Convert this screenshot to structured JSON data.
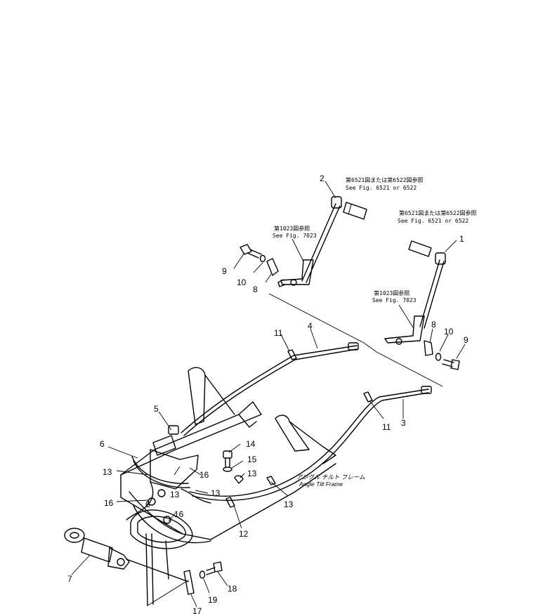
{
  "part_numbers": [
    "1",
    "2",
    "3",
    "4",
    "5",
    "6",
    "6",
    "7",
    "8",
    "8",
    "9",
    "9",
    "10",
    "10",
    "11",
    "11",
    "12",
    "13",
    "13",
    "13",
    "13",
    "13",
    "14",
    "15",
    "16",
    "16",
    "16",
    "17",
    "18",
    "19"
  ],
  "notes": {
    "ref_6521_top_jp": "第6521図または第6522図参照",
    "ref_6521_top_en": "See Fig. 6521 or 6522",
    "ref_6521_right_jp": "第6521図または第6522図参照",
    "ref_6521_right_en": "See Fig. 6521 or 6522",
    "ref_7023_left_jp": "第1023図参照",
    "ref_7023_left_en": "See Fig. 7023",
    "ref_7023_right_jp": "第1023図参照",
    "ref_7023_right_en": "See Fig. 7023",
    "frame_jp": "アングル チルト フレーム",
    "frame_en": "Angle Tilt Frame"
  }
}
